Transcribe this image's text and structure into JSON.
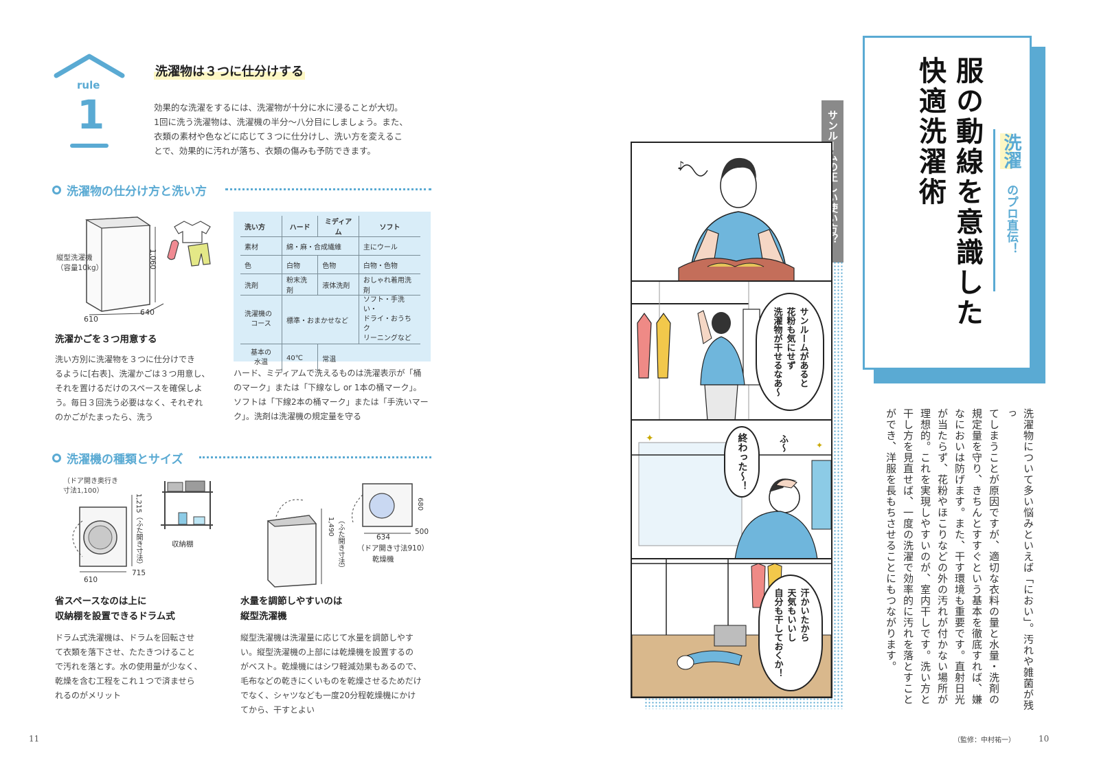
{
  "left_page": {
    "rule_label": "rule",
    "rule_number": "1",
    "heading": "洗濯物は３つに仕分けする",
    "intro": [
      "効果的な洗濯をするには、洗濯物が十分に水に浸ることが大切。",
      "1回に洗う洗濯物は、洗濯機の半分〜八分目にしましょう。また、",
      "衣類の素材や色などに応じて３つに仕分けし、洗い方を変えるこ",
      "とで、効果的に汚れが落ち、衣類の傷みも予防できます。"
    ],
    "section1_title": "洗濯物の仕分け方と洗い方",
    "machine1": {
      "label1": "縦型洗濯機",
      "label2": "（容量10kg）",
      "height": "1,060",
      "width": "610",
      "depth": "640"
    },
    "basket_head": "洗濯かごを３つ用意する",
    "basket_text": [
      "洗い方別に洗濯物を３つに仕分けでき",
      "るように[右表]、洗濯かごは３つ用意し、",
      "それを置けるだけのスペースを確保しよ",
      "う。毎日３回洗う必要はなく、それぞれ",
      "のかごがたまったら、洗う"
    ],
    "table": {
      "header": [
        "洗い方",
        "ハード",
        "ミディアム",
        "ソフト"
      ],
      "row_material": [
        "素材",
        "綿・麻・合成繊維",
        "主にウール"
      ],
      "row_color": [
        "色",
        "白物",
        "色物",
        "白物・色物"
      ],
      "row_detergent": [
        "洗剤",
        "粉末洗剤",
        "液体洗剤",
        "おしゃれ着用洗剤"
      ],
      "row_course": [
        "洗濯機の",
        "コース",
        "標準・おまかせなど",
        "ソフト・手洗い・",
        "ドライ・おうちク",
        "リーニングなど"
      ],
      "row_temp": [
        "基本の",
        "水温",
        "40℃",
        "常温"
      ]
    },
    "table_note": [
      "ハード、ミディアムで洗えるものは洗濯表示が「桶",
      "のマーク」または「下線なし or 1本の桶マーク」。",
      "ソフトは「下線2本の桶マーク」または「手洗いマー",
      "ク」。洗剤は洗濯機の規定量を守る"
    ],
    "section2_title": "洗濯機の種類とサイズ",
    "drum": {
      "door_label1": "（ドア開き奥行き",
      "door_label2": "寸法1,100）",
      "height": "1,215（ふた開き寸法）",
      "width": "610",
      "depth": "715",
      "shelf": "収納棚"
    },
    "vertical": {
      "height1": "1,490",
      "height2": "（ふた開き寸法）",
      "dryer_h": "680",
      "dryer_w": "634",
      "dryer_d": "500",
      "dryer_door": "（ドア開き寸法910）",
      "dryer_label": "乾燥機"
    },
    "drum_head": [
      "省スペースなのは上に",
      "収納棚を設置できるドラム式"
    ],
    "drum_text": [
      "ドラム式洗濯機は、ドラムを回転させ",
      "て衣類を落下させ、たたきつけること",
      "で汚れを落とす。水の使用量が少なく、",
      "乾燥を含む工程をこれ１つで済ませら",
      "れるのがメリット"
    ],
    "vert_head": [
      "水量を調節しやすいのは",
      "縦型洗濯機"
    ],
    "vert_text": [
      "縦型洗濯機は洗濯量に応じて水量を調節しやす",
      "い。縦型洗濯機の上部には乾燥機を設置するの",
      "がベスト。乾燥機にはシワ軽減効果もあるので、",
      "毛布などの乾きにくいものを乾燥させるためだけ",
      "でなく、シャツなども一度20分程乾燥機にかけ",
      "てから、干すとよい"
    ],
    "page_number": "11"
  },
  "right_page": {
    "title_line1": "服の動線を意識した",
    "title_line2": "快適洗濯術",
    "badge_big": "洗濯",
    "badge_small": "のプロ直伝！",
    "tag": "サンルームの正しい使い方？",
    "bubble1": [
      "サンルームがあると",
      "花粉も気にせず",
      "洗濯物が干せるなあ〜"
    ],
    "bubble2": [
      "終わった〜！"
    ],
    "sfx": "ふ〜",
    "bubble3": [
      "汗かいたから",
      "天気もいいし",
      "自分も干しておくか！"
    ],
    "column": [
      "洗濯物について多い悩みといえば「におい」。汚れや雑菌が残っ",
      "てしまうことが原因ですが、適切な衣料の量と水量・洗剤の",
      "規定量を守り、きちんとすすぐという基本を徹底すれば、嫌",
      "なにおいは防げます。また、干す環境も重要です。直射日光",
      "が当たらず、花粉やほこりなどの外の汚れが付かない場所が",
      "理想的。これを実現しやすいのが、室内干しです。洗い方と",
      "干し方を見直せば、一度の洗濯で効率的に汚れを落とすこと",
      "ができ、洋服を長もちさせることにもつながります。"
    ],
    "supervisor": "（監修：中村祐一）",
    "page_number": "10"
  },
  "colors": {
    "accent": "#5aaad3",
    "table_bg": "#d9edf8",
    "highlight": "#fdf7c4"
  }
}
